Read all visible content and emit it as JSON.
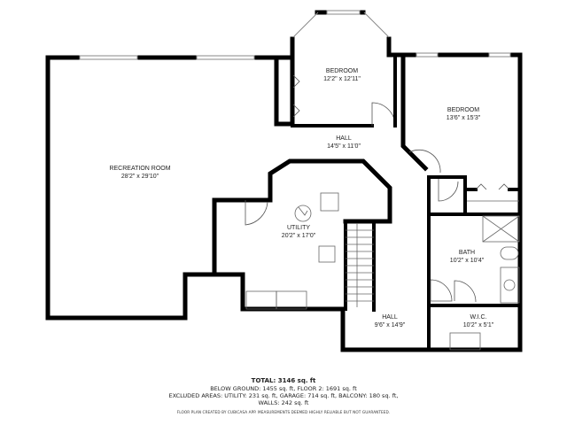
{
  "floor_plan": {
    "rooms": [
      {
        "id": "recreation",
        "name": "RECREATION ROOM",
        "dims": "28'2\" x 29'10\""
      },
      {
        "id": "bedroom1",
        "name": "BEDROOM",
        "dims": "12'2\" x 12'11\""
      },
      {
        "id": "bedroom2",
        "name": "BEDROOM",
        "dims": "13'6\" x 15'3\""
      },
      {
        "id": "hall1",
        "name": "HALL",
        "dims": "14'5\" x 11'0\""
      },
      {
        "id": "utility",
        "name": "UTILITY",
        "dims": "20'2\" x 17'0\""
      },
      {
        "id": "bath",
        "name": "BATH",
        "dims": "10'2\" x 10'4\""
      },
      {
        "id": "hall2",
        "name": "HALL",
        "dims": "9'6\" x 14'9\""
      },
      {
        "id": "wic",
        "name": "W.I.C.",
        "dims": "10'2\" x 5'1\""
      }
    ]
  },
  "summary": {
    "total": "TOTAL: 3146 sq. ft",
    "line1": "BELOW GROUND: 1455 sq. ft, FLOOR 2: 1691 sq. ft",
    "line2": "EXCLUDED AREAS: UTILITY: 231 sq. ft, GARAGE: 714 sq. ft, BALCONY: 180 sq. ft,",
    "line3": "WALLS: 242 sq. ft",
    "credit": "FLOOR PLAN CREATED BY CUBICASA APP. MEASUREMENTS DEEMED HIGHLY RELIABLE BUT NOT GUARANTEED."
  }
}
